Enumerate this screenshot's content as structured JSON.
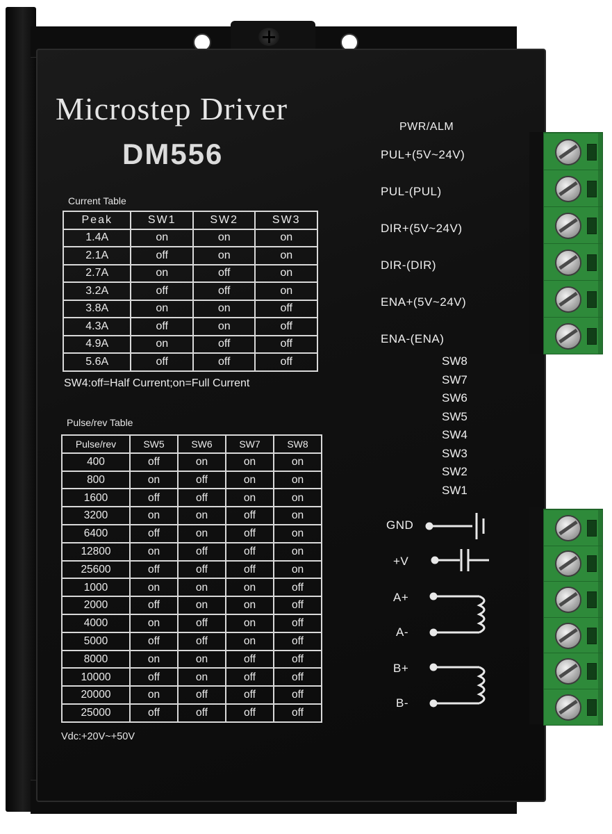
{
  "device": {
    "title": "Microstep Driver",
    "model": "DM556",
    "colors": {
      "body": "#111111",
      "text": "#e6e6e6",
      "terminal": "#2e8a3a"
    }
  },
  "current_table": {
    "caption": "Current Table",
    "headers": [
      "Peak",
      "SW1",
      "SW2",
      "SW3"
    ],
    "rows": [
      [
        "1.4A",
        "on",
        "on",
        "on"
      ],
      [
        "2.1A",
        "off",
        "on",
        "on"
      ],
      [
        "2.7A",
        "on",
        "off",
        "on"
      ],
      [
        "3.2A",
        "off",
        "off",
        "on"
      ],
      [
        "3.8A",
        "on",
        "on",
        "off"
      ],
      [
        "4.3A",
        "off",
        "on",
        "off"
      ],
      [
        "4.9A",
        "on",
        "off",
        "off"
      ],
      [
        "5.6A",
        "off",
        "off",
        "off"
      ]
    ],
    "note": "SW4:off=Half Current;on=Full Current"
  },
  "pulse_table": {
    "caption": "Pulse/rev Table",
    "headers": [
      "Pulse/rev",
      "SW5",
      "SW6",
      "SW7",
      "SW8"
    ],
    "rows": [
      [
        "400",
        "off",
        "on",
        "on",
        "on"
      ],
      [
        "800",
        "on",
        "off",
        "on",
        "on"
      ],
      [
        "1600",
        "off",
        "off",
        "on",
        "on"
      ],
      [
        "3200",
        "on",
        "on",
        "off",
        "on"
      ],
      [
        "6400",
        "off",
        "on",
        "off",
        "on"
      ],
      [
        "12800",
        "on",
        "off",
        "off",
        "on"
      ],
      [
        "25600",
        "off",
        "off",
        "off",
        "on"
      ],
      [
        "1000",
        "on",
        "on",
        "on",
        "off"
      ],
      [
        "2000",
        "off",
        "on",
        "on",
        "off"
      ],
      [
        "4000",
        "on",
        "off",
        "on",
        "off"
      ],
      [
        "5000",
        "off",
        "off",
        "on",
        "off"
      ],
      [
        "8000",
        "on",
        "on",
        "off",
        "off"
      ],
      [
        "10000",
        "off",
        "on",
        "off",
        "off"
      ],
      [
        "20000",
        "on",
        "off",
        "off",
        "off"
      ],
      [
        "25000",
        "off",
        "off",
        "off",
        "off"
      ]
    ]
  },
  "supply_note": "Vdc:+20V~+50V",
  "signal_pins": {
    "status": "PWR/ALM",
    "labels": [
      "PUL+(5V~24V)",
      "PUL-(PUL)",
      "DIR+(5V~24V)",
      "DIR-(DIR)",
      "ENA+(5V~24V)",
      "ENA-(ENA)"
    ]
  },
  "switches": [
    "SW8",
    "SW7",
    "SW6",
    "SW5",
    "SW4",
    "SW3",
    "SW2",
    "SW1"
  ],
  "power_pins": [
    "GND",
    "+V",
    "A+",
    "A-",
    "B+",
    "B-"
  ]
}
